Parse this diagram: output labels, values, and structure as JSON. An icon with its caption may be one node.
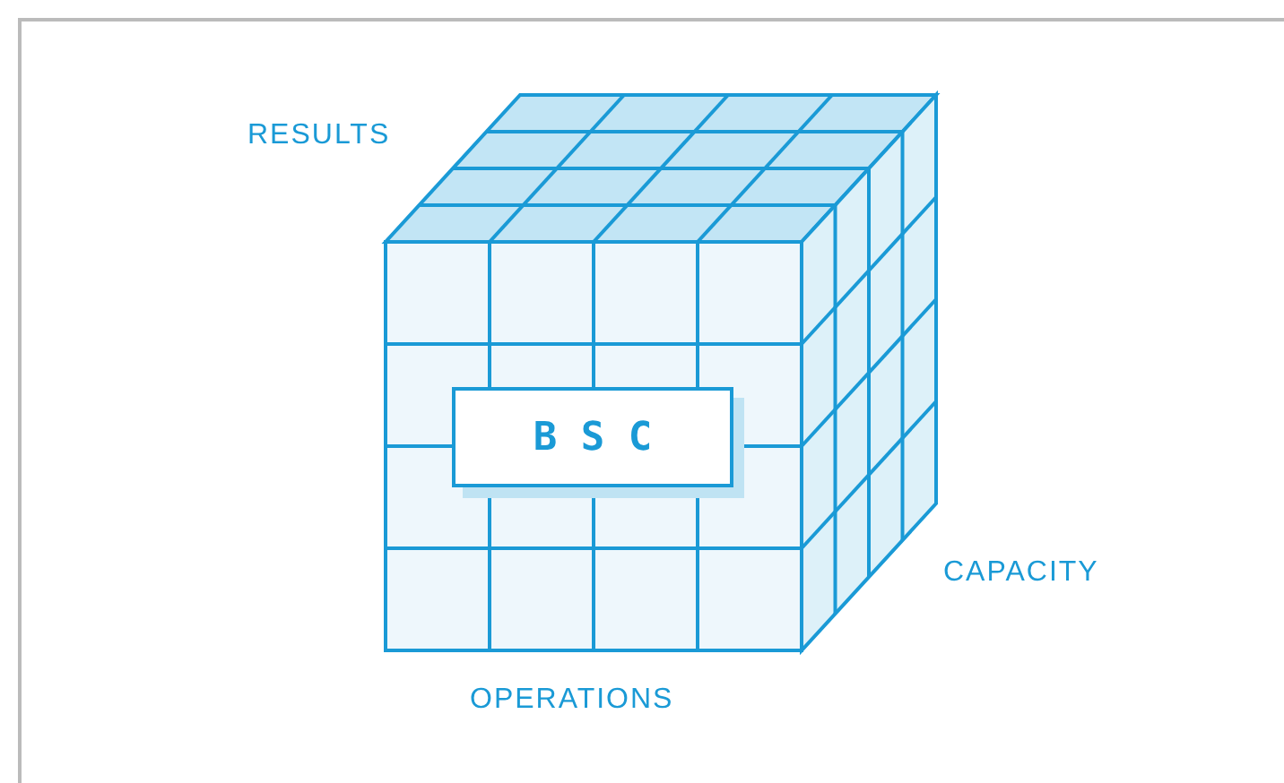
{
  "diagram": {
    "nodes": [
      {
        "text": [
          "B S C"
        ]
      }
    ],
    "labels": [
      "RESULTS",
      "CAPACITY",
      "OPERATIONS"
    ]
  }
}
